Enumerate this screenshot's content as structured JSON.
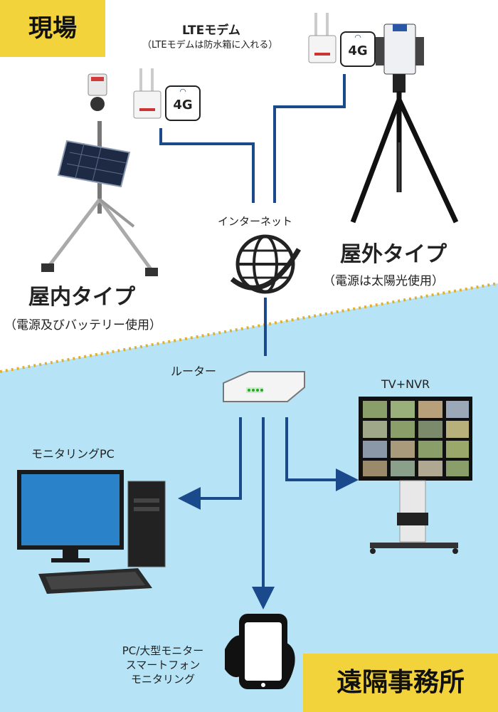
{
  "site_tag": "現場",
  "office_tag": "遠隔事務所",
  "lte_modem": {
    "title": "LTEモデム",
    "note": "（LTEモデムは防水箱に入れる）"
  },
  "badge_4g": "4G",
  "indoor_type": {
    "title": "屋内タイプ",
    "note": "（電源及びバッテリー使用）"
  },
  "outdoor_type": {
    "title": "屋外タイプ",
    "note": "（電源は太陽光使用）"
  },
  "internet_label": "インターネット",
  "router_label": "ルーター",
  "tv_nvr_label": "TV+NVR",
  "monitoring_pc_label": "モニタリングPC",
  "smartphone_label": {
    "line1": "PC/大型モニター",
    "line2": "スマートフォン",
    "line3": "モニタリング"
  },
  "colors": {
    "sky": "#b6e4f6",
    "tag_yellow": "#f3d33c",
    "line_blue": "#1b4a8c",
    "divider": "#e0b030"
  }
}
